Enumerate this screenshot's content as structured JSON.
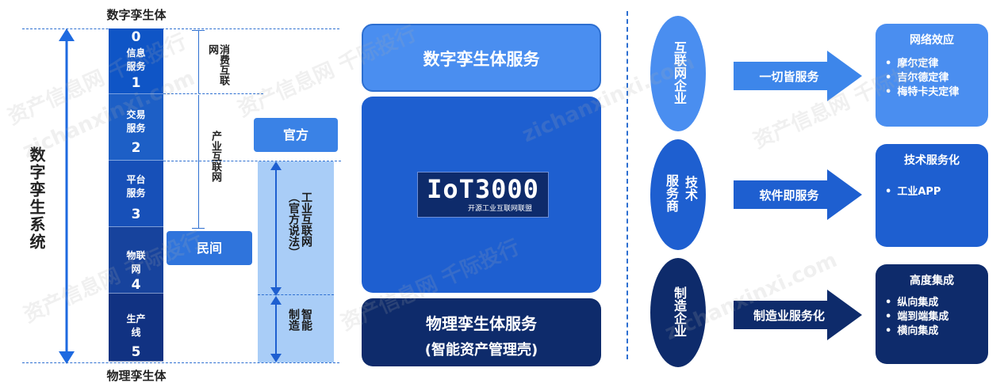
{
  "left": {
    "top_label": "数字孪生体",
    "bottom_label": "物理孪生体",
    "system_label": "数字孪生系统",
    "layers": [
      {
        "top_num": "0",
        "text": "信息服务",
        "num": "1"
      },
      {
        "text": "交易服务",
        "num": "2"
      },
      {
        "text": "平台服务",
        "num": "3"
      },
      {
        "text": "物联网",
        "num": "4"
      },
      {
        "text": "生产线",
        "num": "5"
      }
    ],
    "consumer_internet": "消费互联网",
    "industrial_internet_net": "产业互联网",
    "official_label": "官方",
    "private_label": "民间",
    "industrial_internet": "工业互联网（官方说法）",
    "smart_manufacturing": "智能制造"
  },
  "middle": {
    "top_box": "数字孪生体服务",
    "logo_main": "IoT3000",
    "logo_sub": "开源工业互联网联盟",
    "bottom_box_line1": "物理孪生体服务",
    "bottom_box_line2": "(智能资产管理壳)"
  },
  "right": {
    "rows": [
      {
        "ellipse": "互联网企业",
        "arrow": "一切皆服务",
        "box_title": "网络效应",
        "items": [
          "摩尔定律",
          "吉尔德定律",
          "梅特卡夫定律"
        ]
      },
      {
        "ellipse_col1": "服务商",
        "ellipse_col2": "技术",
        "arrow": "软件即服务",
        "box_title": "技术服务化",
        "items": [
          "工业APP"
        ]
      },
      {
        "ellipse": "制造企业",
        "arrow": "制造业服务化",
        "box_title": "高度集成",
        "items": [
          "纵向集成",
          "端到端集成",
          "横向集成"
        ]
      }
    ]
  },
  "watermark": [
    "资产信息网 千际投行",
    "zichanxinxi.com"
  ],
  "colors": {
    "layer1": "#0f55c6",
    "layer2": "#1d5fc6",
    "layer3": "#1750b8",
    "layer4": "#17439d",
    "layer5": "#113282",
    "light_blue": "#4a8ef0",
    "mid_blue": "#1e5fd0",
    "dark_navy": "#0e2b6b",
    "accent_line": "#2d6fd1"
  }
}
